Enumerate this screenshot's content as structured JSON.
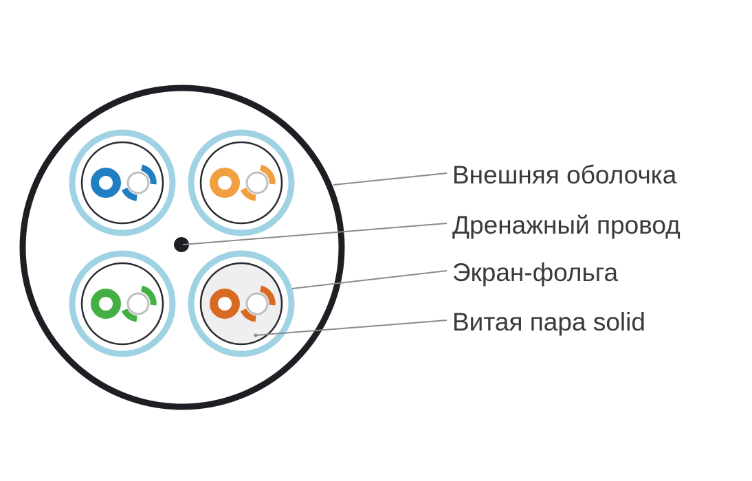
{
  "labels": {
    "outer_jacket": "Внешняя оболочка",
    "drain_wire": "Дренажный провод",
    "foil_shield": "Экран-фольга",
    "twisted_pair": "Витая пара solid"
  },
  "colors": {
    "jacket_outline": "#1e1f24",
    "shield_ring": "#9fd3e3",
    "drain_wire": "#1e1f24",
    "pair_blue": "#1f7fc2",
    "pair_orange": "#f1a040",
    "pair_green": "#44b044",
    "pair_brown": "#d86a24",
    "label_text": "#3a3a3a",
    "leader_line": "#8a8a8a"
  },
  "pairs": [
    {
      "name": "pair-blue",
      "color_key": "pair_blue"
    },
    {
      "name": "pair-orange",
      "color_key": "pair_orange"
    },
    {
      "name": "pair-green",
      "color_key": "pair_green"
    },
    {
      "name": "pair-brown",
      "color_key": "pair_brown"
    }
  ]
}
